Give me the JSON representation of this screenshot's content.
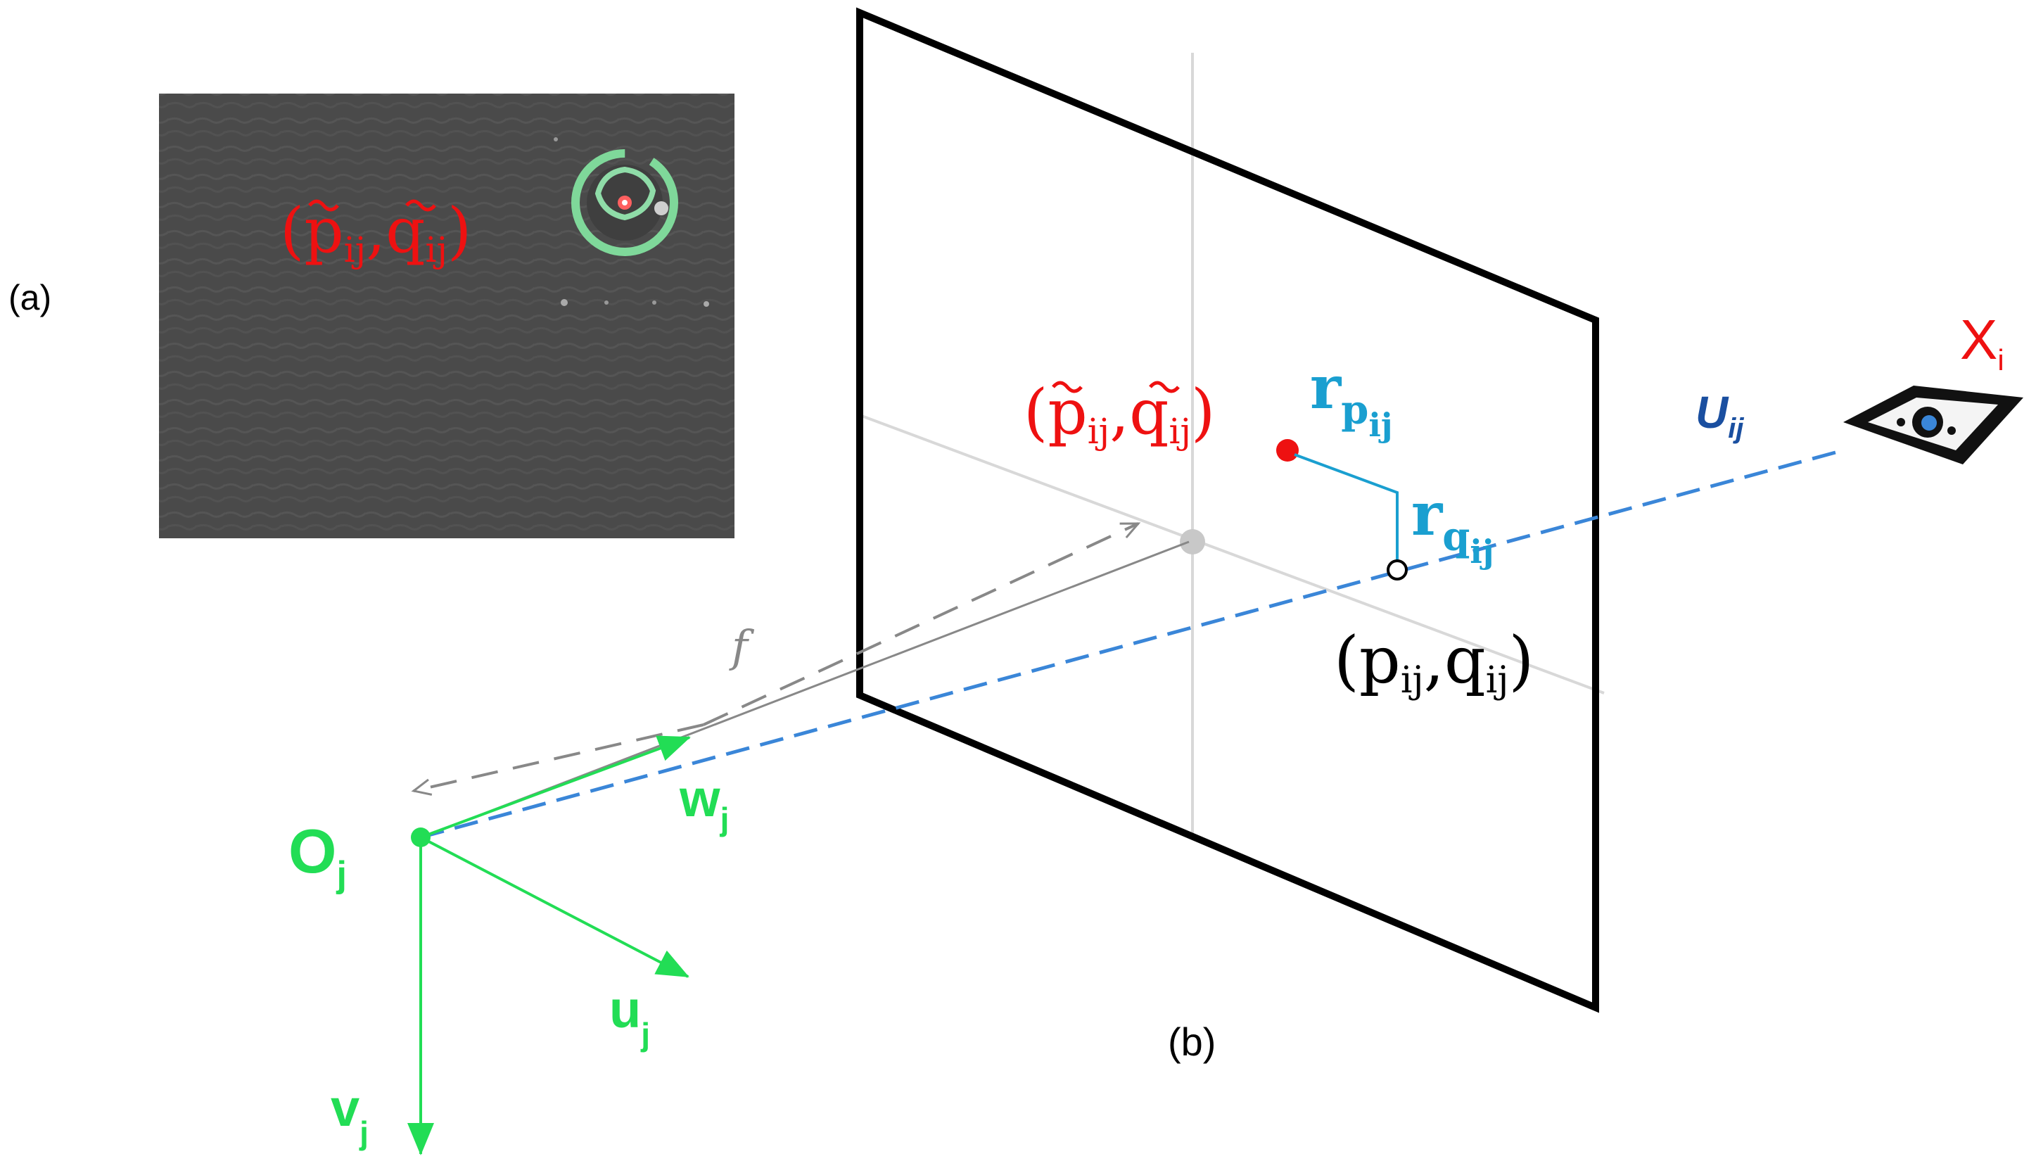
{
  "labels": {
    "panel_a": "(a)",
    "panel_b": "(b)",
    "focal": "f",
    "origin": "O",
    "origin_sub": "j",
    "w_axis": "w",
    "w_sub": "j",
    "u_axis": "u",
    "u_sub": "j",
    "v_axis": "v",
    "v_sub": "j",
    "ray": "U",
    "ray_sub": "ij",
    "target": "X",
    "target_sub": "i",
    "measured_open": "(",
    "measured_p": "p",
    "measured_p_sub": "ij",
    "measured_comma": ",",
    "measured_q": "q",
    "measured_q_sub": "ij",
    "measured_close": ")",
    "proj_open": "(",
    "proj_p": "p",
    "proj_p_sub": "ij",
    "proj_comma": ",",
    "proj_q": "q",
    "proj_q_sub": "ij",
    "proj_close": ")",
    "photo_open": "(",
    "photo_p": "p",
    "photo_p_sub": "ij",
    "photo_comma": ",",
    "photo_q": "q",
    "photo_q_sub": "ij",
    "photo_close": ")",
    "res_p": "r",
    "res_p_sub": "p",
    "res_p_subsub": "ij",
    "res_q": "r",
    "res_q_sub": "q",
    "res_q_subsub": "ij"
  },
  "colors": {
    "axes": "#22dd55",
    "ray": "#3a86d8",
    "measured": "#ee1111",
    "residual": "#1a9fd0",
    "frame": "#000000",
    "photo_bg": "#4a4a4a",
    "target_ring": "#7fd89a",
    "focal": "#888888"
  }
}
